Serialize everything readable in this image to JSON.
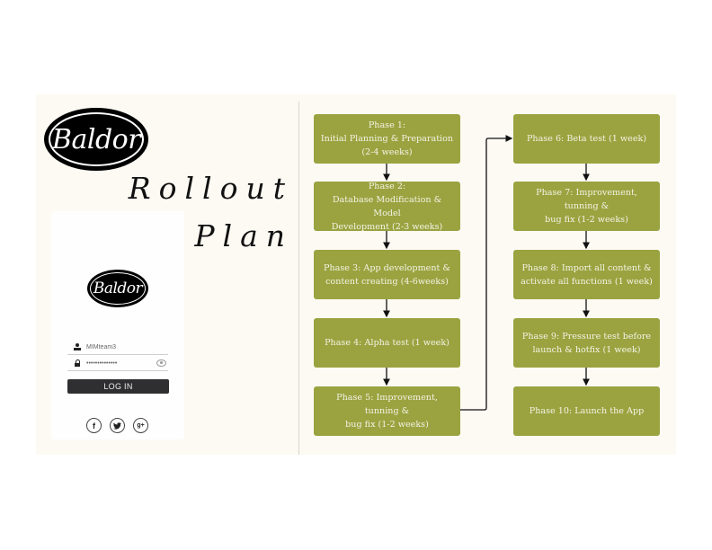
{
  "brand": {
    "logo_text": "Baldor"
  },
  "title": {
    "line1": "Rollout",
    "line2": "Plan"
  },
  "login_mockup": {
    "logo_text": "Baldor",
    "username_value": "MIMteam3",
    "password_value": "••••••••••••••",
    "login_button_label": "LOG IN",
    "social": [
      {
        "icon": "facebook-icon",
        "glyph": "f"
      },
      {
        "icon": "twitter-icon",
        "glyph": "🐦"
      },
      {
        "icon": "google-plus-icon",
        "glyph": "g+"
      }
    ]
  },
  "colors": {
    "phase_box": "#9aa33f",
    "phase_text": "#f5f3e6",
    "panel_bg": "#fdfaf3",
    "button_bg": "#2f2f31"
  },
  "flow": {
    "phases": [
      {
        "label": "Phase 1:\nInitial Planning & Preparation\n(2-4 weeks)"
      },
      {
        "label": "Phase 2:\nDatabase Modification & Model\nDevelopment (2-3 weeks)"
      },
      {
        "label": "Phase 3: App development &\ncontent creating (4-6weeks)"
      },
      {
        "label": "Phase 4: Alpha test (1 week)"
      },
      {
        "label": "Phase 5: Improvement, tunning &\nbug fix (1-2 weeks)"
      },
      {
        "label": "Phase 6: Beta test (1 week)"
      },
      {
        "label": "Phase 7: Improvement, tunning &\nbug fix (1-2 weeks)"
      },
      {
        "label": "Phase 8: Import all content &\nactivate all functions (1 week)"
      },
      {
        "label": "Phase 9: Pressure test before\nlaunch & hotfix (1 week)"
      },
      {
        "label": "Phase 10: Launch the App"
      }
    ]
  }
}
